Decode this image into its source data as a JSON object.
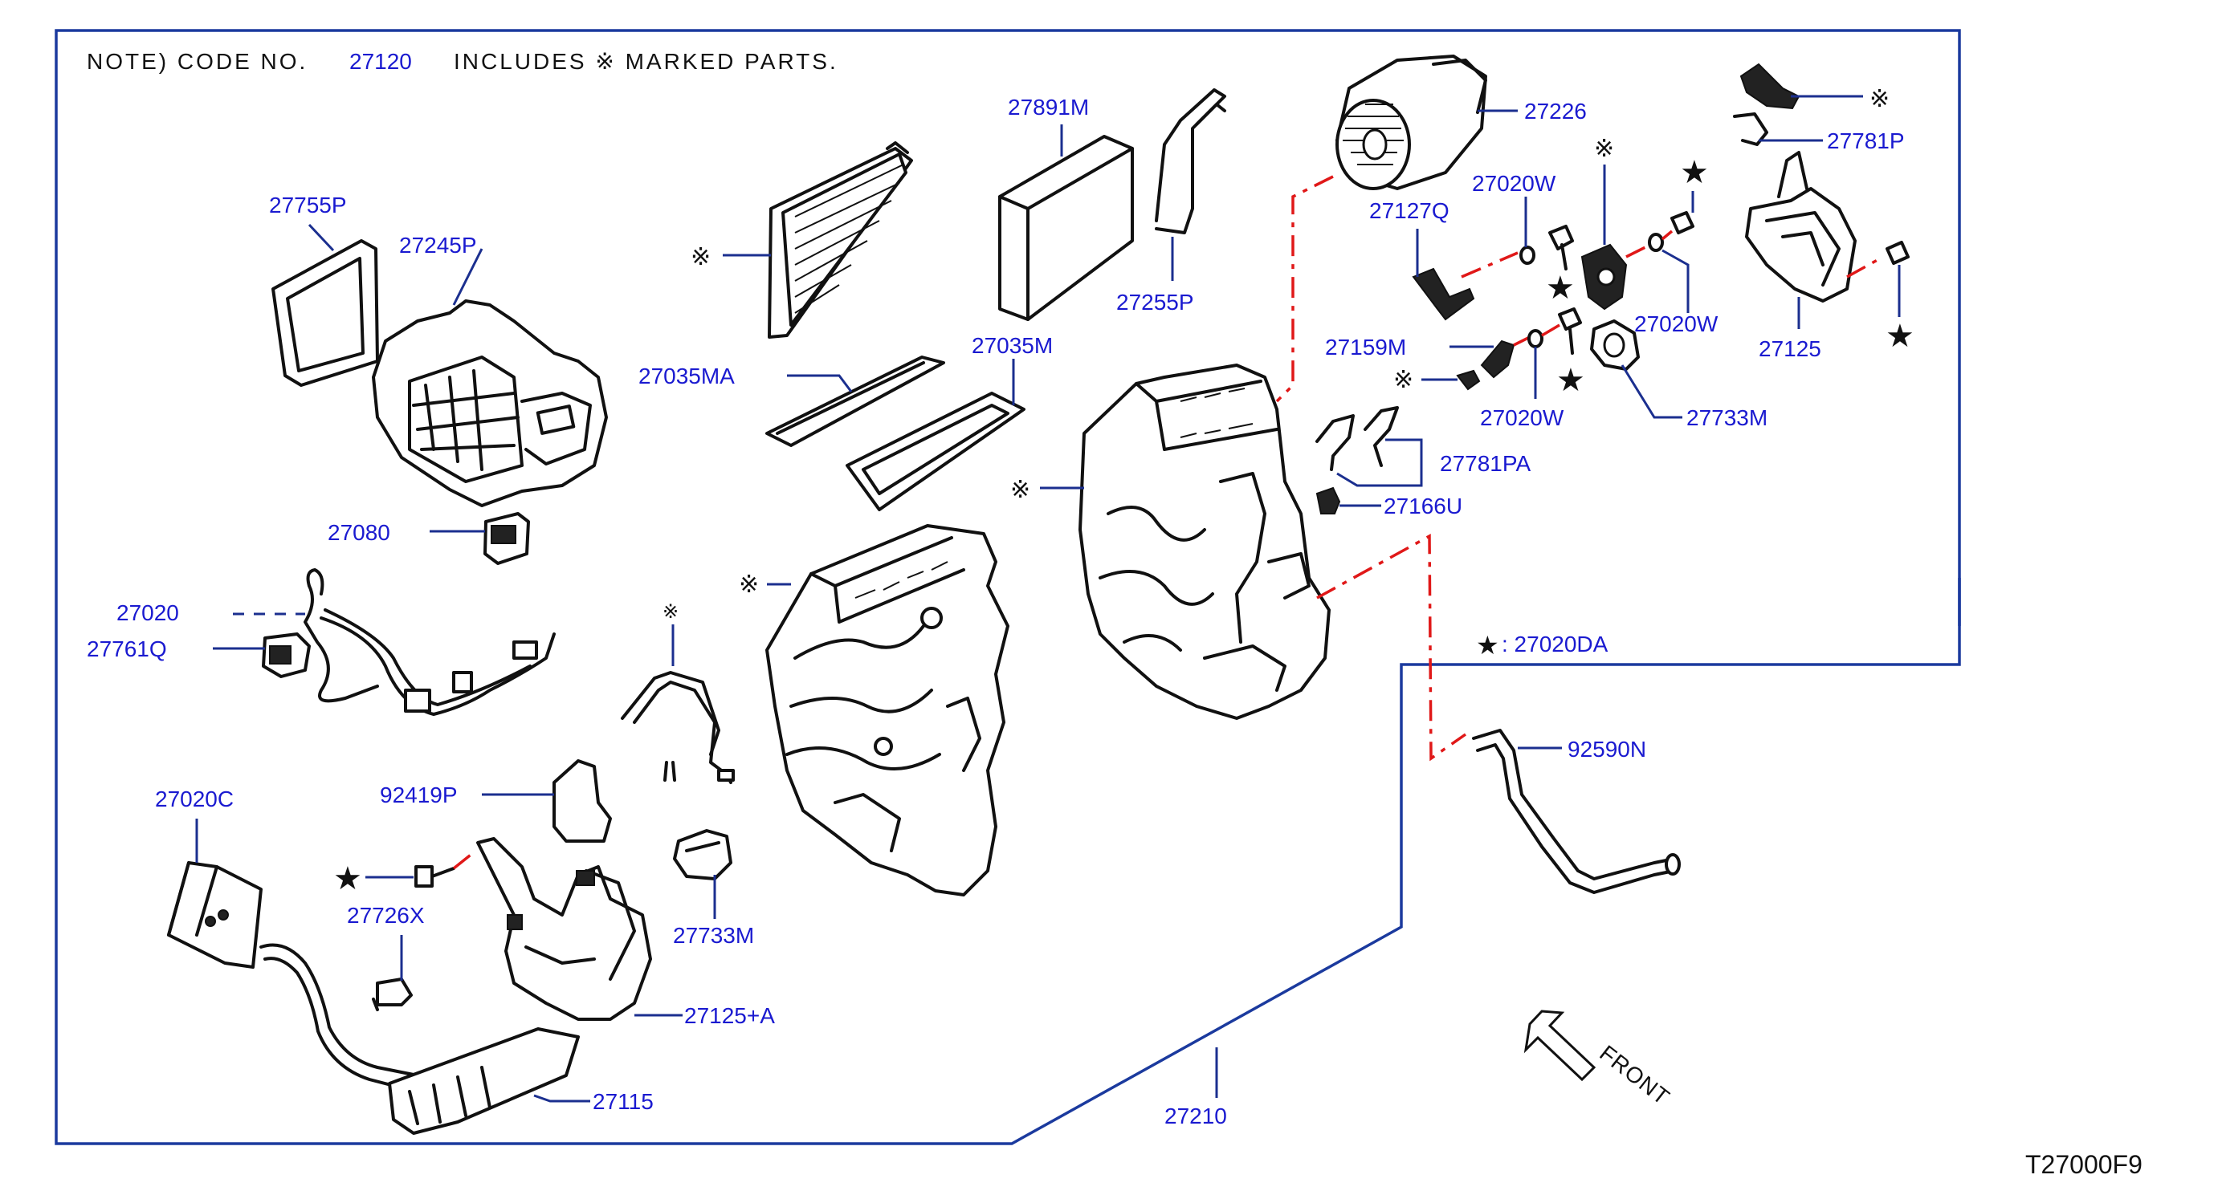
{
  "note": {
    "prefix": "NOTE)  CODE  NO.",
    "code": "27120",
    "suffix": "INCLUDES   ※ MARKED  PARTS."
  },
  "diagram_id": "T27000F9",
  "front_label": "FRONT",
  "star_note": ": 27020DA",
  "symbols": {
    "marked": "※",
    "star": "★"
  },
  "colors": {
    "label": "#1a1ad0",
    "frame": "#1b3a9e",
    "dash": "#e01818",
    "ink": "#111111"
  },
  "labels": {
    "p27755P": "27755P",
    "p27245P": "27245P",
    "p27080": "27080",
    "p27020_partial": "27020",
    "p27761Q": "27761Q",
    "p27020C": "27020C",
    "p92419P": "92419P",
    "p27726X": "27726X",
    "p27733M_a": "27733M",
    "p27125A": "27125+A",
    "p27115": "27115",
    "p27210": "27210",
    "p27035MA": "27035MA",
    "p27035M": "27035M",
    "p27891M": "27891M",
    "p27255P": "27255P",
    "p27226": "27226",
    "p27127Q": "27127Q",
    "p27020W_a": "27020W",
    "p27020W_b": "27020W",
    "p27020W_c": "27020W",
    "p27781P": "27781P",
    "p27125": "27125",
    "p27159M": "27159M",
    "p27733M_b": "27733M",
    "p27781PA": "27781PA",
    "p27166U": "27166U",
    "p92590N": "92590N"
  }
}
